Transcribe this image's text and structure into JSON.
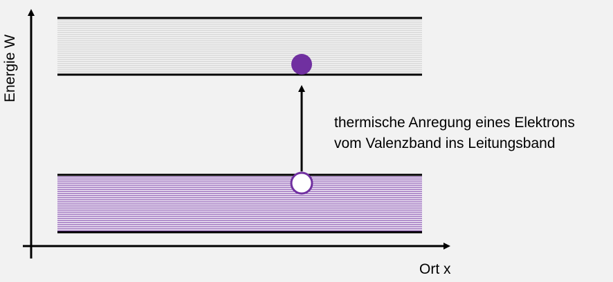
{
  "axes": {
    "y_label": "Energie W",
    "x_label": "Ort x"
  },
  "annotation": {
    "line1": "thermische Anregung eines Elektrons",
    "line2": "vom Valenzband ins Leitungsband"
  },
  "colors": {
    "background": "#f2f2f2",
    "conduction_band_hatch": "#c8c8c8",
    "valence_band_hatch": "#7030a0",
    "electron": "#7030a0",
    "hole_fill": "#ffffff",
    "hole_stroke": "#7030a0",
    "band_edge": "#000000"
  },
  "icons": {
    "electron": "filled-circle",
    "hole": "hollow-circle",
    "transition_arrow": "arrow-up"
  }
}
